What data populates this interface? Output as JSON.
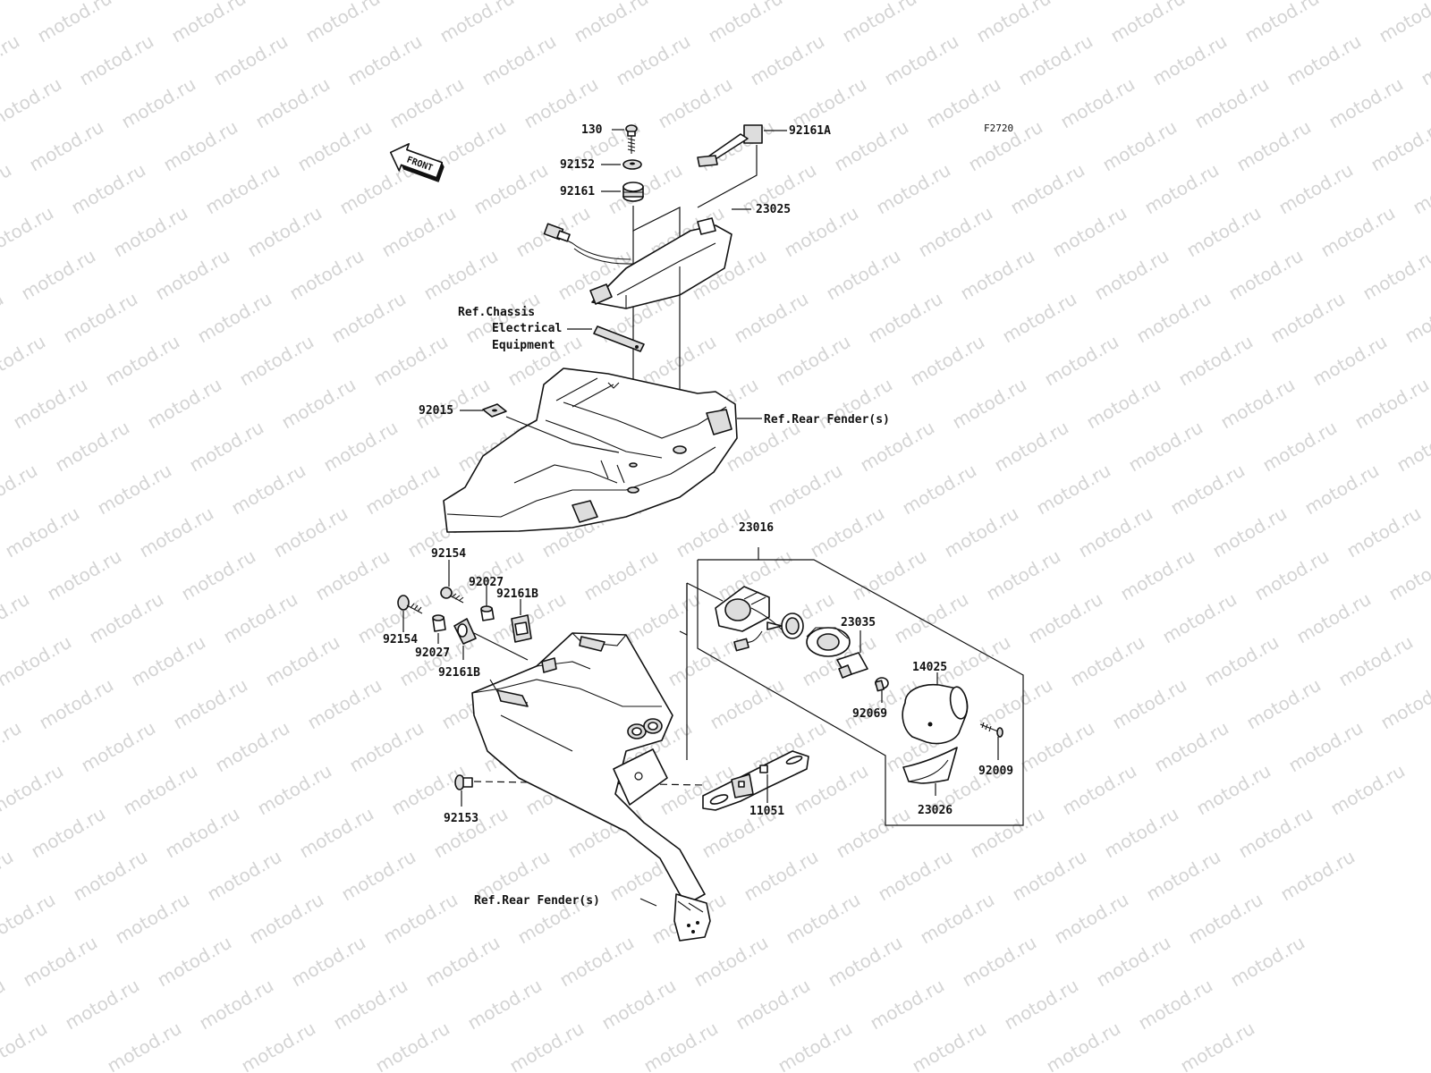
{
  "watermark": "motod.ru",
  "figure_code": "F2720",
  "front_label": "FRONT",
  "labels": {
    "p130": "130",
    "p92161A": "92161A",
    "p92152": "92152",
    "p92161": "92161",
    "p23025": "23025",
    "ref_chassis_1": "Ref.Chassis",
    "ref_chassis_2": "Electrical",
    "ref_chassis_3": "Equipment",
    "p92015": "92015",
    "ref_rear_fender_upper": "Ref.Rear Fender(s)",
    "p23016": "23016",
    "p92154_top": "92154",
    "p92027_top": "92027",
    "p92161B_top": "92161B",
    "p92154_left": "92154",
    "p92027_bottom": "92027",
    "p92161B_bottom": "92161B",
    "p23035": "23035",
    "p14025": "14025",
    "p92069": "92069",
    "p92009": "92009",
    "p23026": "23026",
    "p11051": "11051",
    "p92153": "92153",
    "ref_rear_fender_lower": "Ref.Rear Fender(s)"
  }
}
